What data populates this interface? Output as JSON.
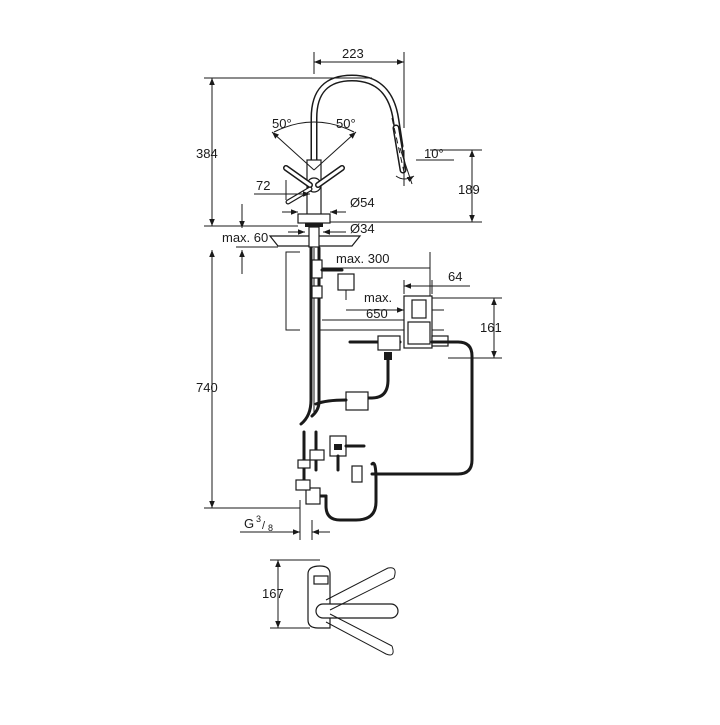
{
  "dimensions": {
    "spout_reach": "223",
    "swivel_left": "50°",
    "swivel_right": "50°",
    "total_height": "384",
    "spray_angle": "10°",
    "outlet_height": "189",
    "handle_length": "72",
    "base_diameter": "Ø54",
    "hole_diameter": "Ø34",
    "max_deck_thickness": "max. 60",
    "hose_length": "740",
    "max_300": "max. 300",
    "box_width": "64",
    "box_height": "161",
    "max_650_line1": "max.",
    "max_650_line2": "650",
    "connection_thread_g": "G",
    "connection_thread_num": "3",
    "connection_thread_den": "8",
    "base_depth": "167"
  }
}
